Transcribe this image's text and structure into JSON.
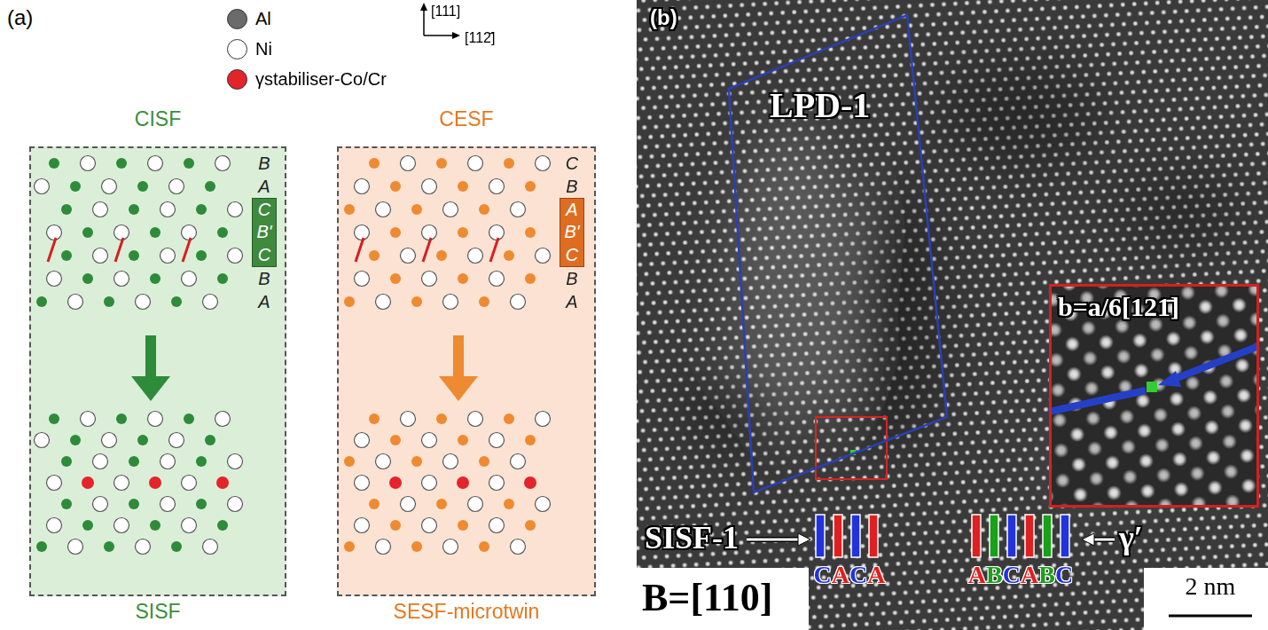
{
  "diagram": {
    "nodes": [
      {
        "text": [
          "CISF",
          "SISF"
        ]
      },
      {
        "text": [
          "C",
          "B'",
          "C"
        ],
        "in": 0
      },
      {
        "text": [
          "CESF",
          "SESF-microtwin"
        ]
      },
      {
        "text": [
          "A",
          "B'",
          "C"
        ],
        "in": 2
      },
      {
        "text": [
          "LPD-1"
        ]
      },
      {
        "text": [
          "b=a/6[121̄]"
        ]
      }
    ],
    "labels": [
      "(a)",
      "[111]",
      "[112̄]",
      "B",
      "A",
      "B",
      "A",
      "C",
      "B",
      "B",
      "A",
      "(b)",
      "SISF-1",
      "CACA",
      "γ′",
      "ABCABC",
      "B=[110]",
      "2 nm"
    ],
    "legend": [
      {
        "text": "Al",
        "color": "#6b6b6b"
      },
      {
        "text": "Ni",
        "color": "#ffffff"
      },
      {
        "text": "γstabiliser-Co/Cr",
        "color": "#e3242b"
      }
    ]
  }
}
